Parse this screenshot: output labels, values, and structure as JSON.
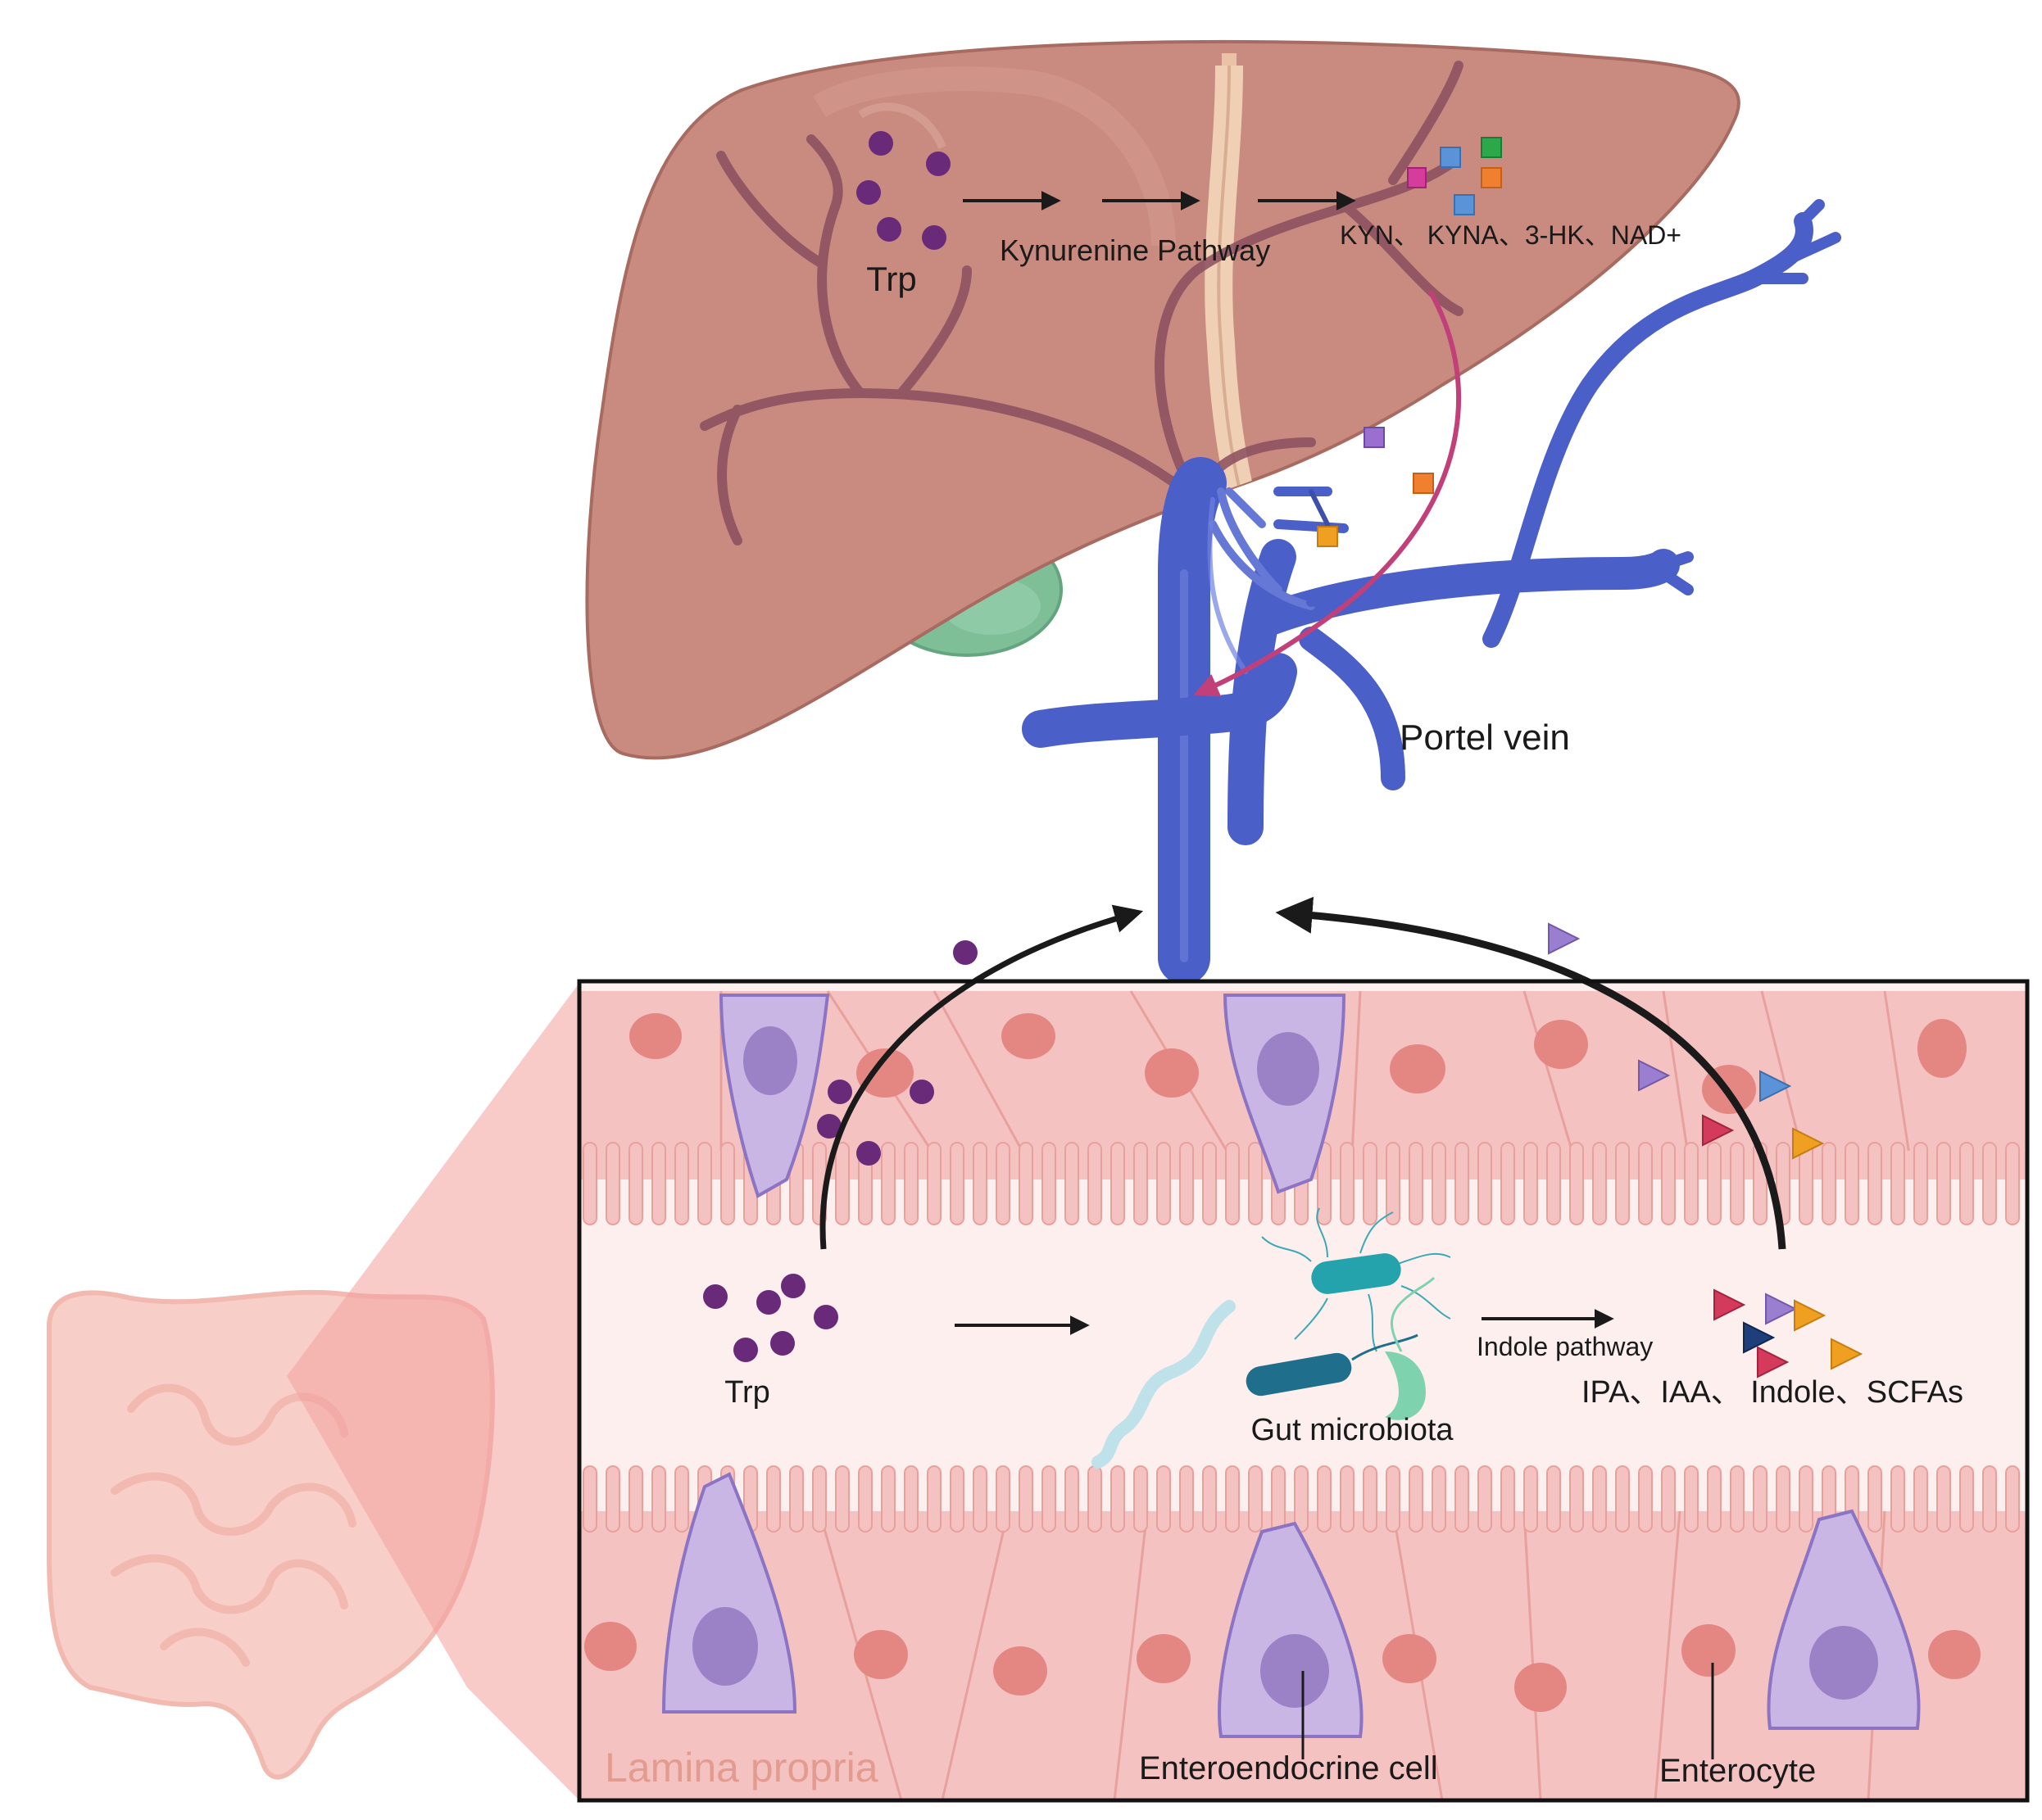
{
  "liver": {
    "trp_label": "Trp",
    "pathway_label": "Kynurenine Pathway",
    "products_label": "KYN、 KYNA、3-HK、NAD+"
  },
  "portal": {
    "label": "Portel vein"
  },
  "gut": {
    "trp_label": "Trp",
    "microbiota_label": "Gut microbiota",
    "pathway_label": "Indole pathway",
    "products_label": "IPA、IAA、 Indole、SCFAs",
    "lamina_label": "Lamina propria",
    "enteroendocrine_label": "Enteroendocrine cell",
    "enterocyte_label": "Enterocyte"
  },
  "colors": {
    "liver": "#c98b80",
    "vein": "#4b5fc8",
    "trp_dot": "#6a2a7a",
    "epithelium": "#f4c2c0",
    "endocrine": "#c9b6e4",
    "arrow": "#1a1a1a",
    "magenta_arrow": "#c2407a"
  }
}
